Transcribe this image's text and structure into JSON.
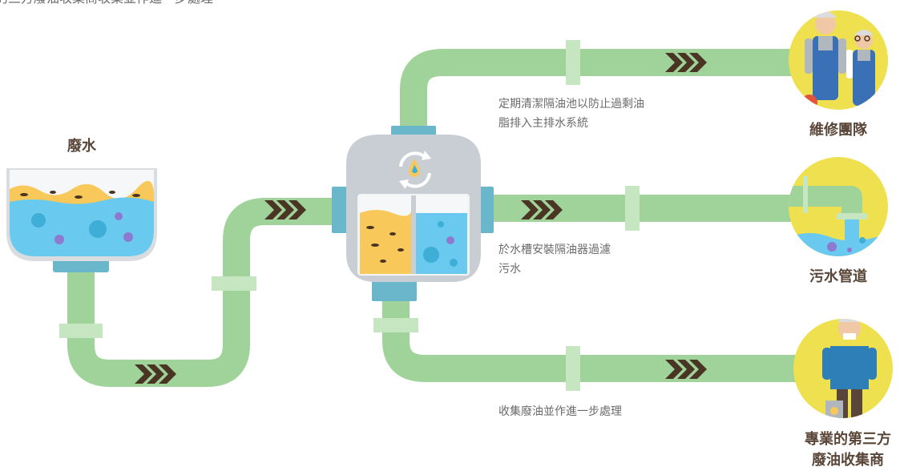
{
  "header_text": "的三方廢油收集商收集並作進一步處理",
  "source_label": "廢水",
  "captions": {
    "top": [
      "定期清潔隔油池以防止過剩油",
      "脂排入主排水系統"
    ],
    "middle": [
      "於水槽安裝隔油器過濾",
      "污水"
    ],
    "bottom": "收集廢油並作進一步處理"
  },
  "destinations": {
    "maintenance": "維修團隊",
    "sewer": "污水管道",
    "collector": [
      "專業的第三方",
      "廢油收集商"
    ]
  },
  "colors": {
    "pipe": "#9fd39a",
    "pipe_joint": "#c6e6c2",
    "arrow": "#4a3424",
    "circle_bg": "#efe04f",
    "water": "#69c9ee",
    "oil": "#f8c95a",
    "connector": "#6ab7cc",
    "interceptor": "#c8ced4",
    "label": "#5a4638",
    "caption": "#6b6b6b"
  }
}
